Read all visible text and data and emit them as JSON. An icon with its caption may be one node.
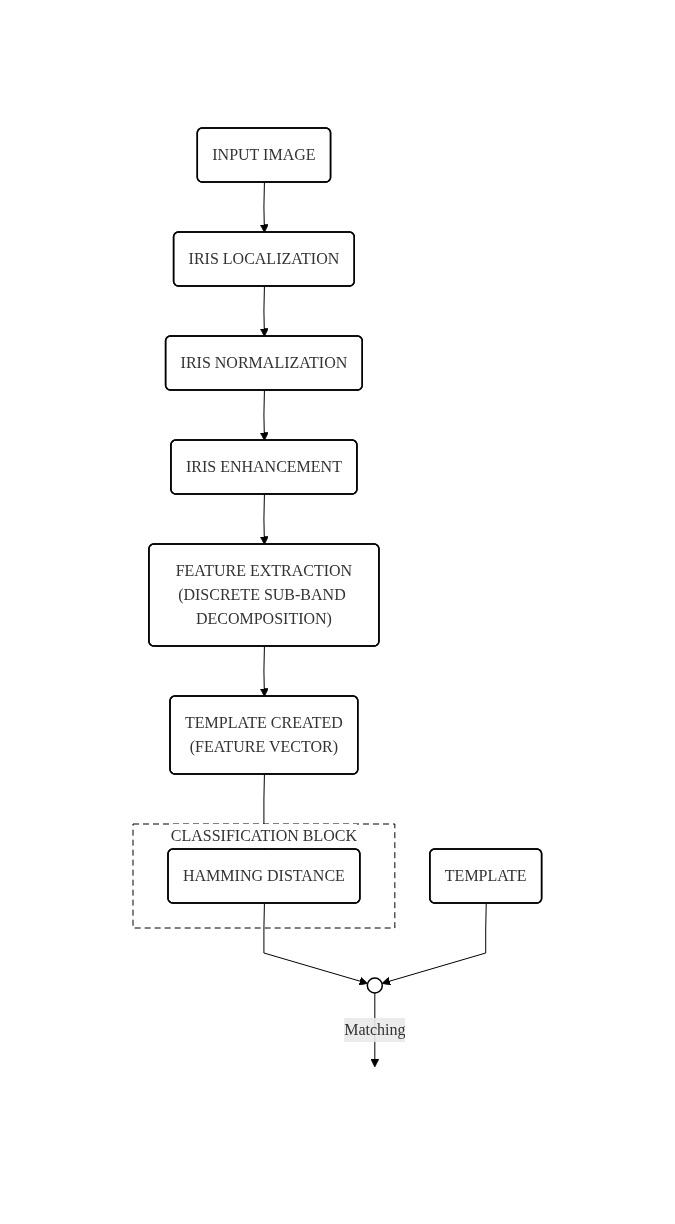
{
  "diagram": {
    "nodes": [
      {
        "text": [
          "INPUT IMAGE"
        ]
      },
      {
        "text": [
          "IRIS LOCALIZATION"
        ]
      },
      {
        "text": [
          "IRIS NORMALIZATION"
        ]
      },
      {
        "text": [
          "IRIS ENHANCEMENT"
        ]
      },
      {
        "text": [
          "FEATURE EXTRACTION",
          "(DISCRETE SUB-BAND DECOMPOSITION)"
        ]
      },
      {
        "text": [
          "TEMPLATE CREATED",
          "(FEATURE VECTOR)"
        ]
      },
      {
        "text": [
          "CLASSIFICATION BLOCK"
        ]
      },
      {
        "text": [
          "HAMMING DISTANCE"
        ],
        "in": 6
      },
      {
        "text": [],
        "shape": "circle"
      },
      {
        "text": [
          "TEMPLATE"
        ]
      }
    ],
    "edges": [
      {
        "from": 0,
        "to": 1,
        "arrow": "to"
      },
      {
        "from": 1,
        "to": 2,
        "arrow": "to"
      },
      {
        "from": 2,
        "to": 3,
        "arrow": "to"
      },
      {
        "from": 3,
        "to": 4,
        "arrow": "to"
      },
      {
        "from": 4,
        "to": 5,
        "arrow": "to"
      },
      {
        "from": 5,
        "to": 7,
        "arrow": "to"
      },
      {
        "from": 7,
        "to": 8,
        "arrow": "to"
      },
      {
        "from": 9,
        "to": 8,
        "arrow": "to"
      },
      {
        "from": 8,
        "to": null,
        "label": "Matching",
        "arrow": "to"
      }
    ]
  }
}
